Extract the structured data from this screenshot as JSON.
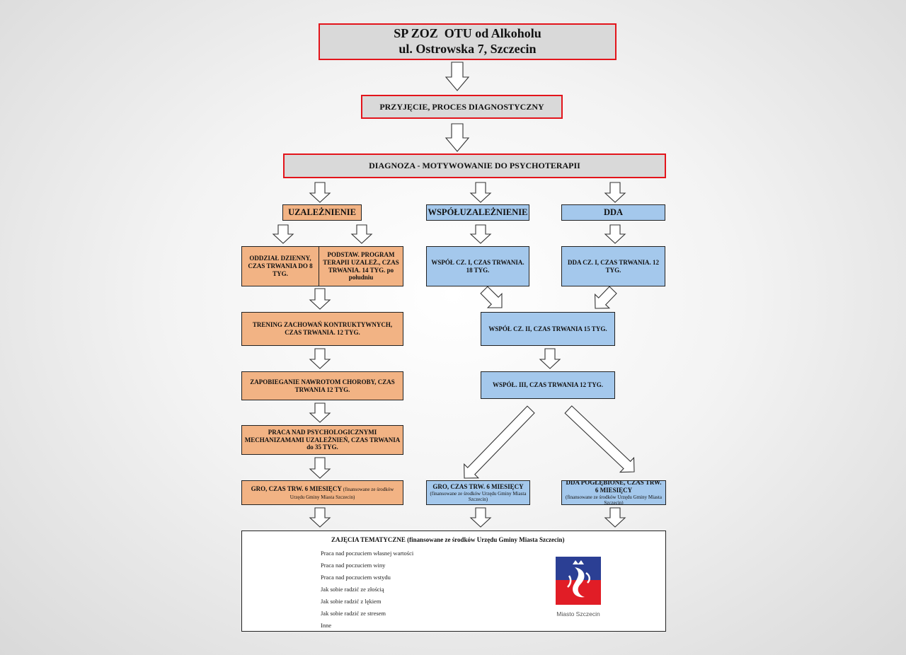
{
  "header": {
    "line1": "SP ZOZ  OTU od Alkoholu",
    "line2": "ul. Ostrowska 7, Szczecin"
  },
  "admission": "PRZYJĘCIE, PROCES DIAGNOSTYCZNY",
  "diagnosis": "DIAGNOZA - MOTYWOWANIE DO PSYCHOTERAPII",
  "branches": {
    "addiction": {
      "title": "UZALEŻNIENIE",
      "day_ward": "ODDZIAŁ DZIENNY, CZAS TRWANIA DO 8 TYG.",
      "basic_program": "PODSTAW. PROGRAM TERAPII UZALEŻ., CZAS TRWANIA. 14 TYG. po południu",
      "training": "TRENING ZACHOWAŃ KONTRUKTYWNYCH, CZAS TRWANIA. 12 TYG.",
      "relapse": "ZAPOBIEGANIE NAWROTOM CHOROBY, CZAS TRWANIA 12 TYG.",
      "mechanisms": "PRACA NAD PSYCHOLOGICZNYMI MECHANIZAMAMI UZALEŻNIEŃ, CZAS TRWANIA do 35 TYG.",
      "gro_main": "GRO, CZAS TRW. 6 MIESIĘCY",
      "gro_fin": "(finansowane ze środków Urzędu Gminy Miasta Szczecin)"
    },
    "codependency": {
      "title": "WSPÓŁUZALEŻNIENIE",
      "part1": "WSPÓŁ CZ. I, CZAS TRWANIA. 18 TYG.",
      "part2": "WSPÓŁ CZ. II, CZAS TRWANIA 15 TYG.",
      "part3": "WSPÓŁ. III, CZAS TRWANIA 12 TYG.",
      "gro_main": "GRO, CZAS TRW. 6 MIESIĘCY",
      "gro_fin": "(finansowane ze środków Urzędu Gminy Miasta Szczecin)"
    },
    "dda": {
      "title": "DDA",
      "part1": "DDA CZ. I, CZAS TRWANIA. 12 TYG.",
      "deep_main": "DDA POGŁĘBIONE, CZAS TRW. 6 MIESIĘCY",
      "deep_fin": "(finansowane ze środków Urzędu Gminy Miasta Szczecin)"
    }
  },
  "themes": {
    "title": "ZAJĘCIA TEMATYCZNE (finansowane ze środków Urzędu Gminy Miasta Szczecin)",
    "items": [
      "Praca nad poczuciem własnej wartości",
      "Praca nad poczuciem winy",
      "Praca nad poczuciem wstydu",
      "Jak sobie radzić ze złością",
      "Jak sobie radzić z lękiem",
      "Jak sobie radzić ze stresem",
      "Inne"
    ],
    "logo_label": "Miasto Szczecin"
  },
  "colors": {
    "header_border": "#e3141b",
    "header_fill": "#d9d9d9",
    "addiction_fill": "#f2b384",
    "codependency_fill": "#a4c8ec",
    "logo_blue": "#2b3f94",
    "logo_red": "#e11d26"
  }
}
